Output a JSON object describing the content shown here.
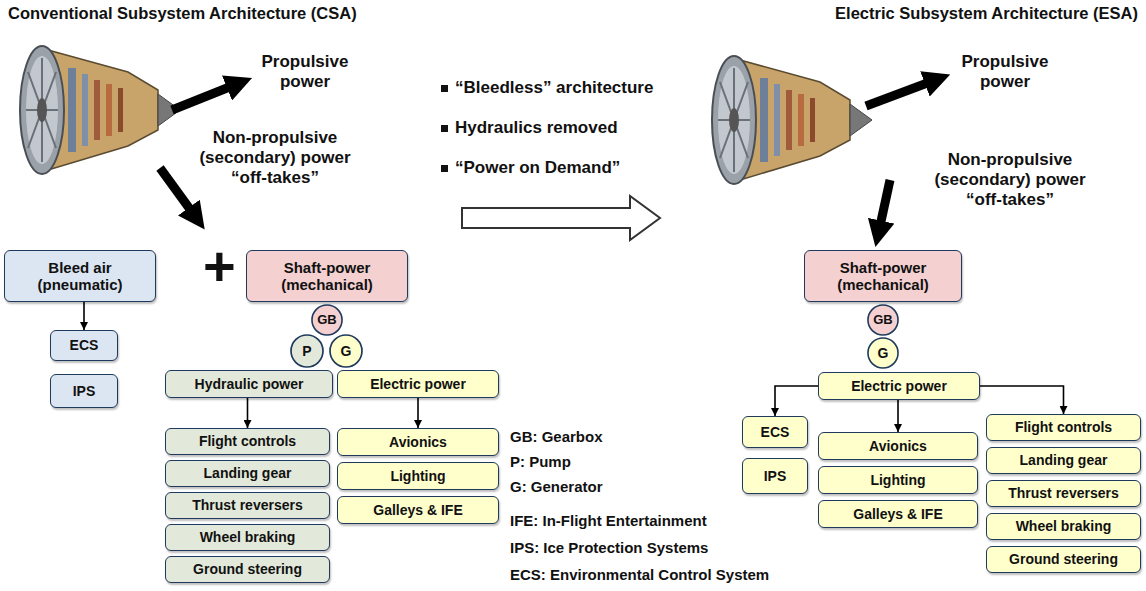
{
  "diagram": {
    "nodes": [
      {
        "text": [
          "Bleed air (pneumatic)"
        ]
      },
      {
        "text": [
          "ECS"
        ]
      },
      {
        "text": [
          "IPS"
        ]
      },
      {
        "text": [
          "Shaft-power (mechanical)"
        ]
      },
      {
        "text": [
          "GB"
        ]
      },
      {
        "text": [
          "P"
        ]
      },
      {
        "text": [
          "G"
        ]
      },
      {
        "text": [
          "Hydraulic power"
        ]
      },
      {
        "text": [
          "Flight controls"
        ]
      },
      {
        "text": [
          "Landing gear"
        ]
      },
      {
        "text": [
          "Thrust reversers"
        ]
      },
      {
        "text": [
          "Wheel braking"
        ]
      },
      {
        "text": [
          "Ground steering"
        ]
      },
      {
        "text": [
          "Electric power"
        ]
      },
      {
        "text": [
          "Avionics"
        ]
      },
      {
        "text": [
          "Lighting"
        ]
      },
      {
        "text": [
          "Galleys & IFE"
        ]
      },
      {
        "text": [
          "Shaft-power (mechanical)"
        ]
      },
      {
        "text": [
          "GB"
        ]
      },
      {
        "text": [
          "G"
        ]
      },
      {
        "text": [
          "Electric power"
        ]
      },
      {
        "text": [
          "ECS"
        ]
      },
      {
        "text": [
          "IPS"
        ]
      },
      {
        "text": [
          "Avionics"
        ]
      },
      {
        "text": [
          "Lighting"
        ]
      },
      {
        "text": [
          "Galleys & IFE"
        ]
      },
      {
        "text": [
          "Flight controls"
        ]
      },
      {
        "text": [
          "Landing gear"
        ]
      },
      {
        "text": [
          "Thrust reversers"
        ]
      },
      {
        "text": [
          "Wheel braking"
        ]
      },
      {
        "text": [
          "Ground steering"
        ]
      }
    ],
    "edges": [
      {
        "from": 0,
        "to": 1,
        "arrow": "to"
      },
      {
        "from": 7,
        "to": 8,
        "arrow": "to"
      },
      {
        "from": 13,
        "to": 14,
        "arrow": "to"
      },
      {
        "from": 20,
        "to": 21,
        "arrow": "to"
      },
      {
        "from": 20,
        "to": 23,
        "arrow": "to"
      },
      {
        "from": 20,
        "to": 26,
        "arrow": "to"
      }
    ],
    "labels": [
      "Conventional Subsystem Architecture (CSA)",
      "Electric Subsystem Architecture (ESA)",
      "Propulsive power",
      "Non-propulsive (secondary) power “off-takes”",
      "+",
      "“Bleedless” architecture",
      "Hydraulics removed",
      "“Power on Demand”",
      "Propulsive power",
      "Non-propulsive (secondary) power “off-takes”",
      "GB: Gearbox",
      "P: Pump",
      "G: Generator",
      "IFE: In-Flight Entertainment",
      "IPS: Ice Protection Systems",
      "ECS: Environmental Control System"
    ]
  }
}
